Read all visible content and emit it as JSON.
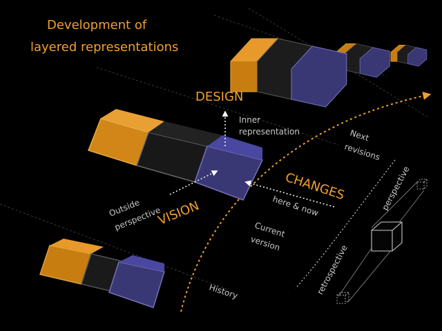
{
  "title": {
    "line1": "Development of",
    "line2": "layered representations"
  },
  "labels": {
    "design": "DESIGN",
    "vision": "VISION",
    "changes": "CHANGES",
    "inner_line1": "Inner",
    "inner_line2": "representation",
    "outside_line1": "Outside",
    "outside_line2": "perspective",
    "here_now": "here & now",
    "current_line1": "Current",
    "current_line2": "version",
    "next_line1": "Next",
    "next_line2": "revisions",
    "history": "History",
    "perspective": "perspective",
    "retrospective": "retrospective"
  },
  "colors": {
    "background": "#000000",
    "orange": "#f0a030",
    "layer_orange": "#c77d10",
    "layer_dark": "#1c1c1c",
    "layer_blue": "#3a3775",
    "text": "#f2f2f2",
    "muted": "#c8c8c8"
  }
}
